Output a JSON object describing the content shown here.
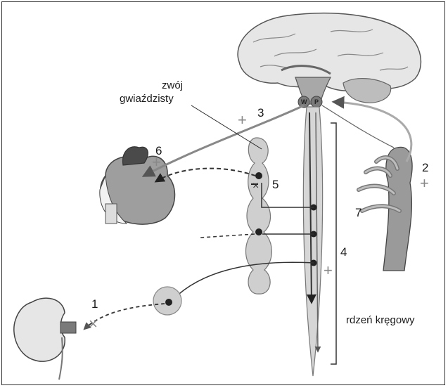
{
  "labels": {
    "ganglion_line1": "zwój",
    "ganglion_line2": "gwiaździsty",
    "spinal_cord": "rdzeń kręgowy",
    "n1": "1",
    "n2": "2",
    "n3": "3",
    "n4": "4",
    "n5": "5",
    "n6": "6",
    "n7": "7",
    "brainstem_w": "W",
    "brainstem_p": "P"
  },
  "icons": {
    "plus": "+",
    "cross": "×"
  },
  "colors": {
    "organ_fill": "#9a9a9a",
    "light_fill": "#d2d2d2",
    "line": "#333333"
  }
}
